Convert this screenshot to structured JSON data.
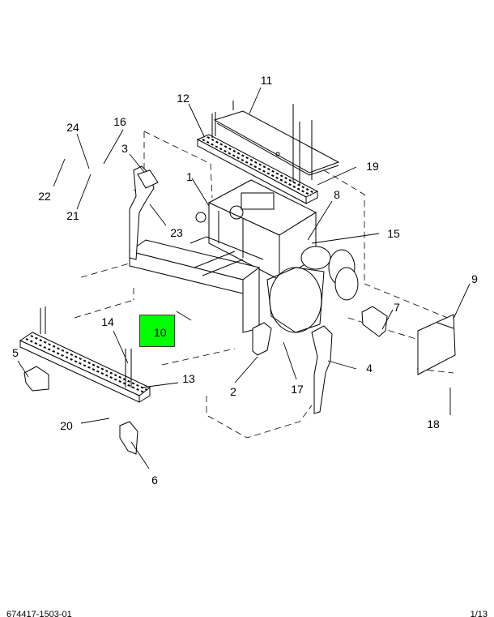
{
  "diagram": {
    "highlight_color": "#00ff00",
    "callouts": {
      "c1": "1",
      "c2": "2",
      "c3": "3",
      "c4": "4",
      "c5": "5",
      "c6": "6",
      "c7": "7",
      "c8": "8",
      "c9": "9",
      "c10": "10",
      "c11": "11",
      "c12": "12",
      "c13": "13",
      "c14": "14",
      "c15": "15",
      "c16": "16",
      "c17": "17",
      "c18": "18",
      "c19": "19",
      "c20": "20",
      "c21": "21",
      "c22": "22",
      "c23": "23",
      "c24": "24"
    }
  },
  "footer": {
    "left_code": "674417-1503-01",
    "right_page": "1/13"
  }
}
